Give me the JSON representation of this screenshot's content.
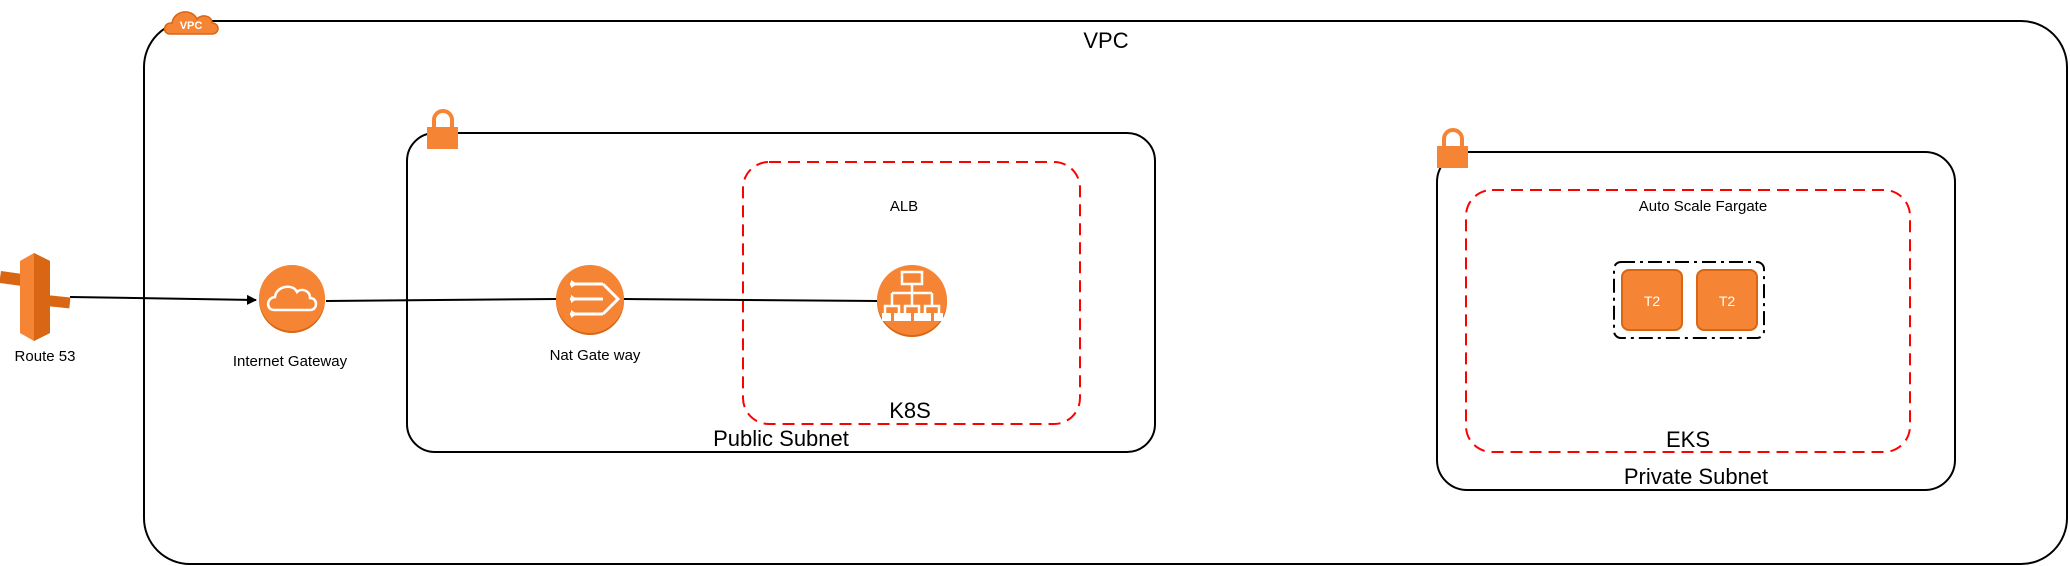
{
  "colors": {
    "aws_orange": "#f58534",
    "aws_orange_dark": "#d86613",
    "dashed_group_border": "#ff0000",
    "box_border": "#000000"
  },
  "vpc": {
    "badge": "VPC",
    "label": "VPC",
    "icon": "vpc-cloud-icon"
  },
  "public_subnet": {
    "label": "Public Subnet",
    "icon": "lock-icon"
  },
  "private_subnet": {
    "label": "Private Subnet",
    "icon": "lock-icon"
  },
  "k8s_group": {
    "top_label": "ALB",
    "bottom_label": "K8S"
  },
  "eks_group": {
    "top_label": "Auto Scale Fargate",
    "bottom_label": "EKS"
  },
  "nodes": {
    "route53": {
      "label": "Route 53",
      "icon": "route53-icon"
    },
    "internet_gateway": {
      "label": "Internet Gateway",
      "icon": "internet-gateway-cloud-icon"
    },
    "nat_gateway": {
      "label": "Nat Gate way",
      "icon": "nat-gateway-icon"
    },
    "alb": {
      "icon": "load-balancer-icon"
    }
  },
  "instances": [
    {
      "label": "T2",
      "icon": "ec2-instance-icon"
    },
    {
      "label": "T2",
      "icon": "ec2-instance-icon"
    }
  ]
}
